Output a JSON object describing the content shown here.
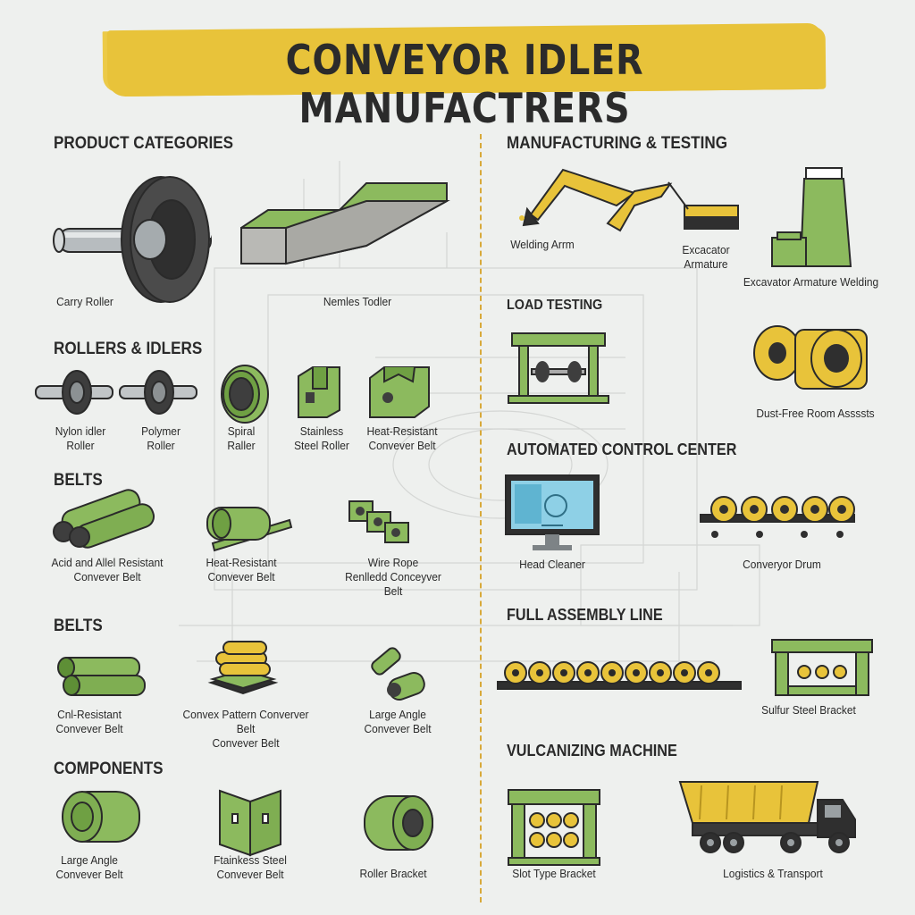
{
  "title": "CONVEYOR IDLER MANUFACTRERS",
  "colors": {
    "accent_yellow": "#e8c33a",
    "green": "#8cba5e",
    "dark": "#2a2a2a",
    "steel": "#9aa0a3",
    "divider": "#d8a93a"
  },
  "left": {
    "product_categories": {
      "heading": "PRODUCT CATEGORIES",
      "items": [
        {
          "label": "Carry Roller",
          "icon": "carry-roller-icon"
        },
        {
          "label": "Nemles Todler",
          "icon": "rail-profile-icon"
        }
      ]
    },
    "rollers_idlers": {
      "heading": "ROLLERS & IDLERS",
      "items": [
        {
          "label": "Nylon idler\nRoller",
          "icon": "nylon-roller-icon"
        },
        {
          "label": "Polymer\nRoller",
          "icon": "polymer-roller-icon"
        },
        {
          "label": "Spiral\nRaller",
          "icon": "spiral-roller-icon"
        },
        {
          "label": "Stainless\nSteel Roller",
          "icon": "steel-bracket-icon"
        },
        {
          "label": "Heat-Resistant\nConvever Belt",
          "icon": "heat-belt-block-icon"
        }
      ]
    },
    "belts_1": {
      "heading": "BELTS",
      "items": [
        {
          "label": "Acid and Allel Resistant\nConvever Belt",
          "icon": "twin-tube-icon"
        },
        {
          "label": "Heat-Resistant\nConvever Belt",
          "icon": "tube-on-rail-icon"
        },
        {
          "label": "Wire Rope\nRenlledd Conceyver Belt",
          "icon": "bracket-cluster-icon"
        }
      ]
    },
    "belts_2": {
      "heading": "BELTS",
      "items": [
        {
          "label": "Cnl-Resistant\nConvever Belt",
          "icon": "green-rolls-icon"
        },
        {
          "label": "Convex Pattern Converver Belt\nConvever Belt",
          "icon": "yellow-roll-stack-icon"
        },
        {
          "label": "Large Angle\nConvever Belt",
          "icon": "angle-rolls-icon"
        }
      ]
    },
    "components": {
      "heading": "COMPONENTS",
      "items": [
        {
          "label": "Large Angle\nConvever Belt",
          "icon": "green-cylinder-icon"
        },
        {
          "label": "Ftainkess Steel\nConvever Belt",
          "icon": "folded-bracket-icon"
        },
        {
          "label": "Roller Bracket",
          "icon": "hollow-roller-icon"
        }
      ]
    }
  },
  "right": {
    "manufacturing": {
      "heading": "MANUFACTURING & TESTING",
      "labels": {
        "welding_arm": "Welding Arrm",
        "excavator": "Excacator Armature",
        "silo": "Excavator Armature Welding"
      }
    },
    "load_testing": {
      "heading": "LOAD TESTING",
      "label": "Dust-Free Room Assssts"
    },
    "control_center": {
      "heading": "AUTOMATED CONTROL CENTER",
      "labels": {
        "monitor": "Head Cleaner",
        "drum": "Converyor Drum"
      }
    },
    "assembly": {
      "heading": "FULL ASSEMBLY LINE",
      "label": "Sulfur Steel Bracket"
    },
    "vulcanizing": {
      "heading": "VULCANIZING MACHINE",
      "labels": {
        "press": "Slot Type Bracket",
        "truck": "Logistics & Transport"
      }
    }
  }
}
